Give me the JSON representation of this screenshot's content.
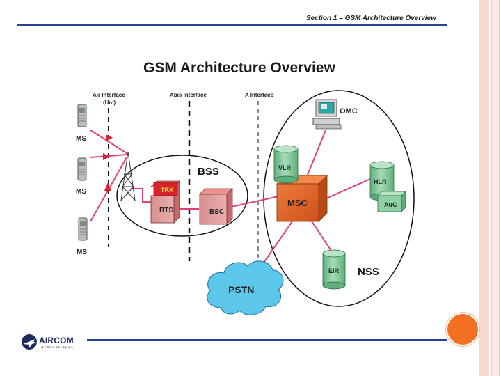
{
  "header": {
    "section_title": "Section 1 – GSM Architecture Overview"
  },
  "diagram": {
    "title": "GSM Architecture Overview",
    "interfaces": {
      "air": "Air Interface",
      "air_um": "(Um)",
      "abis": "Abis Interface",
      "a": "A Interface"
    },
    "ms_labels": [
      "MS",
      "MS",
      "MS"
    ],
    "bss": "BSS",
    "nss": "NSS",
    "trx": "TRX",
    "bts": "BTS",
    "bsc": "BSC",
    "msc": "MSC",
    "vlr": "VLR",
    "hlr": "HLR",
    "auc": "AuC",
    "eir": "EIR",
    "omc": "OMC",
    "pstn": "PSTN"
  },
  "footer": {
    "logo_text": "AIRCOM",
    "logo_sub": "INTERNATIONAL"
  },
  "colors": {
    "accent_blue": "#2b3f95",
    "link": "#e0407a",
    "msc": "#e0662a",
    "green_db": "#7fc79a",
    "pink_box": "#e4a0a0",
    "trx": "#d8232a",
    "pstn": "#5cc7ea",
    "orange_dot": "#f36f21"
  }
}
